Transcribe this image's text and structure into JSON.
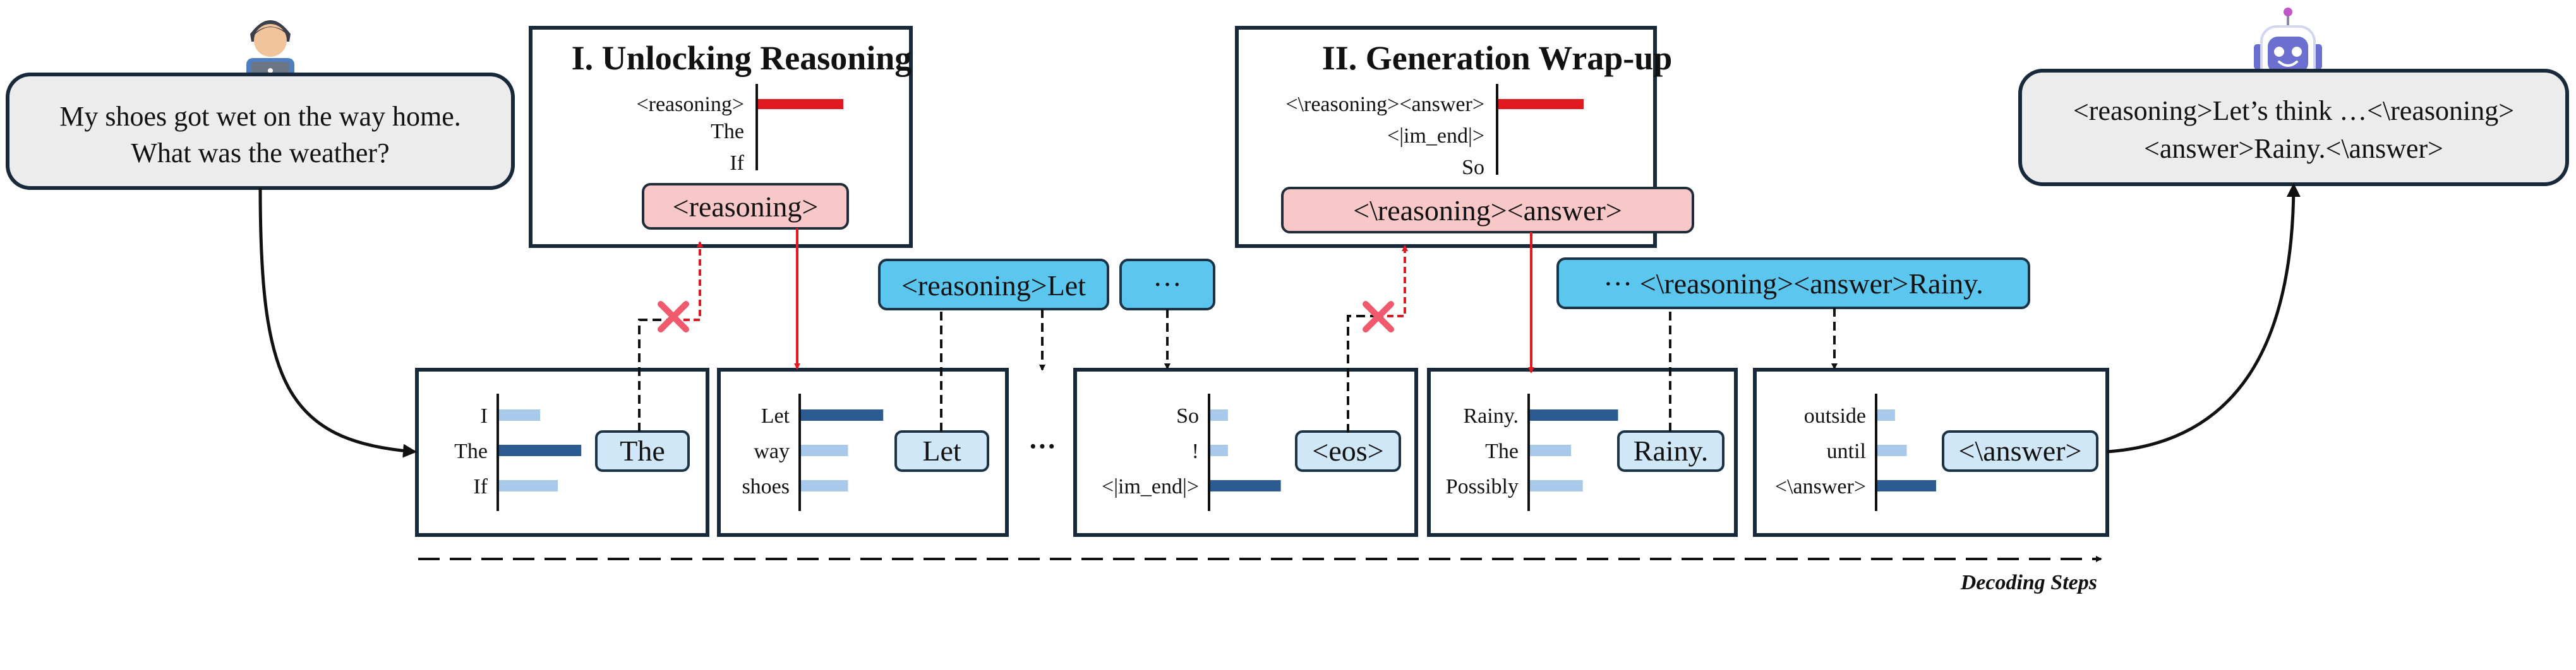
{
  "colors": {
    "frame": "#17293a",
    "bar_dark": "#2b5b90",
    "bar_light": "#a9c9ea",
    "token_fill": "#cfe7f7",
    "token_stroke": "#1a3346",
    "pink_fill": "#f8c7c8",
    "pink_stroke": "#1f2d3a",
    "blue_pill": "#5bc6ee",
    "bubble_fill": "#ececec",
    "red": "#e11a22",
    "cross": "#f05a6c"
  },
  "icons": {
    "user": "person-at-laptop-icon",
    "bot": "robot-icon",
    "cross": "cross-icon"
  },
  "user_bubble": {
    "line1": "My shoes got wet on the way home.",
    "line2": "What was the weather?"
  },
  "bot_bubble": {
    "line1": "<reasoning>Let’s think …<\\reasoning>",
    "line2": "<answer>Rainy.<\\answer>"
  },
  "panel1": {
    "title": "I. Unlocking Reasoning",
    "candidates": [
      {
        "label": "<reasoning>",
        "level": 0.9
      },
      {
        "label": "The",
        "level": 0
      },
      {
        "label": "If",
        "level": 0
      }
    ],
    "token": "<reasoning>"
  },
  "panel2": {
    "title": "II. Generation Wrap-up",
    "candidates": [
      {
        "label": "<\\reasoning><answer>",
        "level": 0.9
      },
      {
        "label": "<|im_end|>",
        "level": 0
      },
      {
        "label": "So",
        "level": 0
      }
    ],
    "token": "<\\reasoning><answer>"
  },
  "pills": {
    "p1": "<reasoning>Let",
    "p2": "···",
    "p3": "··· <\\reasoning><answer>Rainy."
  },
  "steps": [
    {
      "token": "The",
      "candidates": [
        {
          "label": "I",
          "level": 0.35,
          "tone": "light"
        },
        {
          "label": "The",
          "level": 0.7,
          "tone": "dark"
        },
        {
          "label": "If",
          "level": 0.5,
          "tone": "light"
        }
      ]
    },
    {
      "token": "Let",
      "candidates": [
        {
          "label": "Let",
          "level": 0.7,
          "tone": "dark"
        },
        {
          "label": "way",
          "level": 0.4,
          "tone": "light"
        },
        {
          "label": "shoes",
          "level": 0.4,
          "tone": "light"
        }
      ]
    },
    {
      "token": "<eos>",
      "candidates": [
        {
          "label": "So",
          "level": 0.15,
          "tone": "light"
        },
        {
          "label": "!",
          "level": 0.15,
          "tone": "light"
        },
        {
          "label": "<|im_end|>",
          "level": 0.6,
          "tone": "dark"
        }
      ]
    },
    {
      "token": "Rainy.",
      "candidates": [
        {
          "label": "Rainy.",
          "level": 0.75,
          "tone": "dark"
        },
        {
          "label": "The",
          "level": 0.35,
          "tone": "light"
        },
        {
          "label": "Possibly",
          "level": 0.45,
          "tone": "light"
        }
      ]
    },
    {
      "token": "<\\answer>",
      "candidates": [
        {
          "label": "outside",
          "level": 0.15,
          "tone": "light"
        },
        {
          "label": "until",
          "level": 0.25,
          "tone": "light"
        },
        {
          "label": "<\\answer>",
          "level": 0.5,
          "tone": "dark"
        }
      ]
    }
  ],
  "ellipsis": "···",
  "axis_label": "Decoding Steps"
}
